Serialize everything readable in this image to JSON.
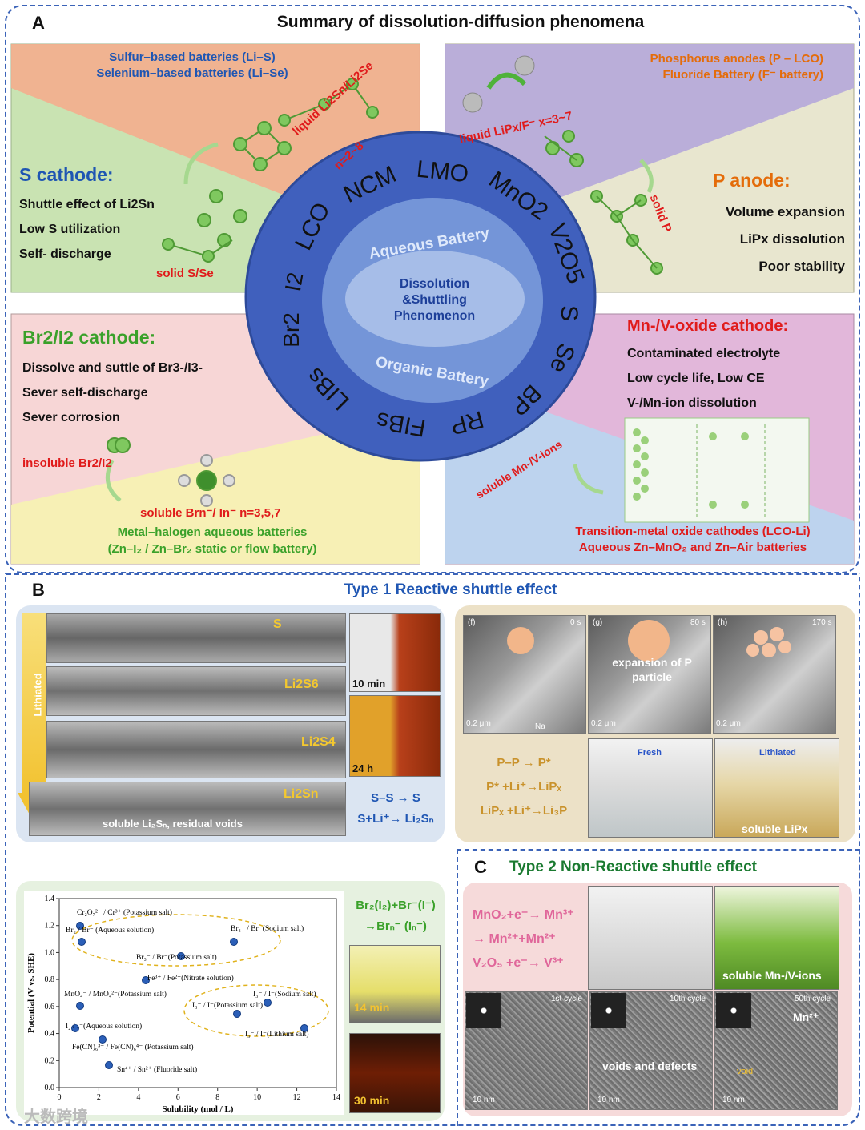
{
  "panelA": {
    "letter": "A",
    "title": "Summary of dissolution-diffusion phenomena",
    "tl": {
      "batteries": [
        "Sulfur–based batteries (Li–S)",
        "Selenium–based batteries (Li–Se)"
      ],
      "liquid": "liquid Li2Sn/Li2Se",
      "n": "n=2~8",
      "heading": "S cathode:",
      "items": [
        "Shuttle effect of Li2Sn",
        "Low S utilization",
        "Self- discharge"
      ],
      "solid": "solid S/Se"
    },
    "tr": {
      "batteries": [
        "Phosphorus anodes (P – LCO)",
        "Fluoride Battery (F⁻ battery)"
      ],
      "liquid": "liquid LiPx/F⁻ x=3~7",
      "solid": "solid P",
      "heading": "P anode:",
      "items": [
        "Volume expansion",
        "LiPx dissolution",
        "Poor stability"
      ]
    },
    "bl": {
      "heading": "Br2/I2 cathode:",
      "items": [
        "Dissolve and suttle of Br3-/I3-",
        "Sever self-discharge",
        "Sever corrosion"
      ],
      "insoluble": "insoluble Br2/I2",
      "soluble": "soluble Brn⁻/ In⁻ n=3,5,7",
      "batteries": [
        "Metal–halogen aqueous batteries",
        "(Zn–I₂   / Zn–Br₂   static or flow battery)"
      ]
    },
    "br": {
      "heading": "Mn-/V-oxide cathode:",
      "items": [
        "Contaminated electrolyte",
        "Low cycle life, Low CE",
        "V-/Mn-ion dissolution"
      ],
      "soluble": "soluble Mn-/V-ions",
      "batteries": [
        "Transition-metal oxide cathodes (LCO-Li)",
        "Aqueous Zn–MnO₂   and Zn–Air batteries"
      ]
    },
    "ring": {
      "outer": [
        "LCO",
        "NCM",
        "LMO",
        "MnO2",
        "V2O5",
        "S",
        "Se",
        "BP",
        "RP",
        "FIBs",
        "LIBs",
        "Br2",
        "I2"
      ],
      "aqueous": "Aqueous Battery",
      "organic": "Organic Battery",
      "center": [
        "Dissolution",
        "&Shuttling",
        "Phenomenon"
      ]
    }
  },
  "panelB": {
    "letter": "B",
    "title": "Type 1 Reactive shuttle effect",
    "lithiated": "Lithiated",
    "species": [
      "S",
      "Li2S6",
      "Li2S4",
      "Li2Sn"
    ],
    "voids": "soluble Li₂Sₙ, residual voids",
    "times": [
      "10 min",
      "24 h"
    ],
    "eqS": [
      "S–S → S",
      "S+Li⁺→ Li₂Sₙ"
    ],
    "tem": {
      "times": [
        "0 s",
        "80 s",
        "170 s"
      ],
      "letters": [
        "(f)",
        "(g)",
        "(h)"
      ],
      "scale": "0.2 μm",
      "na": "Na",
      "expansion": "expansion of P particle"
    },
    "eqP": [
      "P–P → P*",
      "P* +Li⁺→LiPₓ",
      "LiPₓ +Li⁺→Li₃P"
    ],
    "fresh": "Fresh",
    "lithiatedLabel": "Lithiated",
    "solubleLiPx": "soluble LiPx",
    "plot": {
      "ylabel": "Potential (V vs. SHE)",
      "xlabel": "Solubility (mol / L)",
      "xticks": [
        "0",
        "2",
        "4",
        "6",
        "8",
        "10",
        "12",
        "14"
      ],
      "yticks": [
        "0.0",
        "0.2",
        "0.4",
        "0.6",
        "0.8",
        "1.0",
        "1.2",
        "1.4"
      ],
      "labels": [
        "Cr₂O₇²⁻ / Cr³⁺ (Potassium salt)",
        "Br₂ / Br⁻ (Aqueous solution)",
        "Br₃⁻ / Br⁻(Sodium salt)",
        "Br₃⁻ / Br⁻(Potassium salt)",
        "Fe³⁺ / Fe²⁺(Nitrate solution)",
        "MnO₄⁻ / MnO₄²⁻(Potassium salt)",
        "I₃⁻ / I⁻(Sodium salt)",
        "I₃⁻ / I⁻(Potassium salt)",
        "I₂ / I⁻(Aqueous solution)",
        "I₃⁻ / I⁻(Lithium salt)",
        "Fe(CN)₆³⁻ / Fe(CN)₆⁴⁻ (Potassium salt)",
        "Sn⁴⁺ / Sn²⁺ (Fluoride salt)"
      ]
    },
    "brEq": [
      "Br₂(I₂)+Br⁻(I⁻)",
      "→Brₙ⁻ (Iₙ⁻)"
    ],
    "brTimes": [
      "14 min",
      "30 min"
    ]
  },
  "panelC": {
    "letter": "C",
    "title": "Type 2 Non-Reactive shuttle effect",
    "eq": [
      "MnO₂+e⁻→ Mn³⁺",
      "→ Mn²⁺+Mn²⁺",
      "V₂O₅ +e⁻→ V³⁺"
    ],
    "soluble": "soluble Mn-/V-ions",
    "cycles": [
      "1st cycle",
      "10th cycle",
      "50th cycle"
    ],
    "voids": "voids and defects",
    "void": "void",
    "mn": "Mn²⁺",
    "scale": "10 nm"
  },
  "watermark": "大数跨境",
  "colors": {
    "frame": "#3b63b8",
    "ringOuter": "#3f5fbf",
    "ringInner": "#6f93d8",
    "green": "#3aa12a",
    "red": "#e01b1b",
    "orange": "#e46c0a",
    "blue": "#1f56b3"
  }
}
